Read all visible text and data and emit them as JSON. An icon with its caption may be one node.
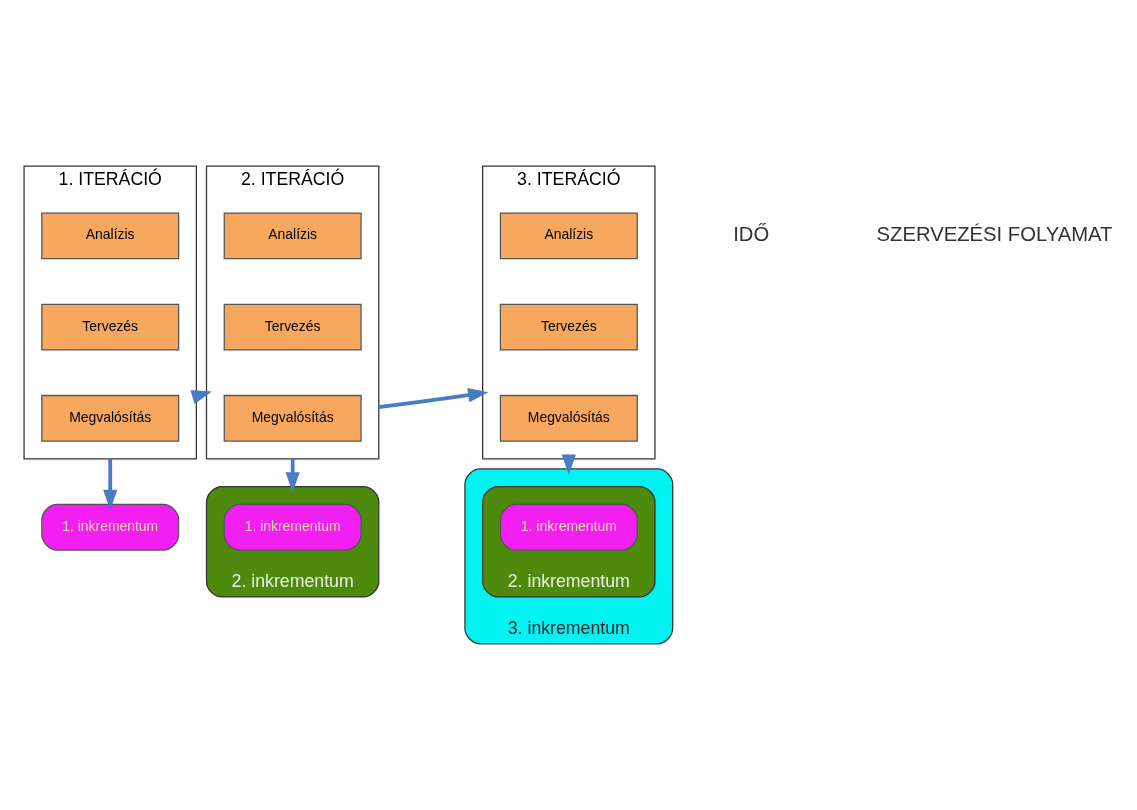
{
  "diagram": {
    "nodes": [
      {
        "text": [
          "1. ITERÁCIÓ"
        ]
      },
      {
        "text": [
          "Analízis"
        ],
        "in": 0
      },
      {
        "text": [
          "Tervezés"
        ],
        "in": 0
      },
      {
        "text": [
          "Megvalósítás"
        ],
        "in": 0
      },
      {
        "text": [
          "1. inkrementum"
        ]
      },
      {
        "text": [
          "2. ITERÁCIÓ"
        ]
      },
      {
        "text": [
          "Analízis"
        ],
        "in": 5
      },
      {
        "text": [
          "Tervezés"
        ],
        "in": 5
      },
      {
        "text": [
          "Megvalósítás"
        ],
        "in": 5
      },
      {
        "text": [
          "2. inkrementum"
        ]
      },
      {
        "text": [
          "1. inkrementum"
        ],
        "in": 9
      },
      {
        "text": [
          "3. ITERÁCIÓ"
        ]
      },
      {
        "text": [
          "Analízis"
        ],
        "in": 11
      },
      {
        "text": [
          "Tervezés"
        ],
        "in": 11
      },
      {
        "text": [
          "Megvalósítás"
        ],
        "in": 11
      },
      {
        "text": [
          "3. inkrementum"
        ]
      },
      {
        "text": [
          "2. inkrementum"
        ],
        "in": 15
      },
      {
        "text": [
          "1. inkrementum"
        ],
        "in": 16
      }
    ],
    "edges": [
      {
        "from": 0,
        "to": 4,
        "arrow": "to"
      },
      {
        "from": 0,
        "to": 5,
        "arrow": "to"
      },
      {
        "from": 5,
        "to": 9,
        "arrow": "to"
      },
      {
        "from": 5,
        "to": 11,
        "arrow": "to"
      },
      {
        "from": 11,
        "to": 15,
        "arrow": "to"
      }
    ],
    "labels": [
      "IDŐ",
      "SZERVEZÉSI FOLYAMAT"
    ]
  }
}
